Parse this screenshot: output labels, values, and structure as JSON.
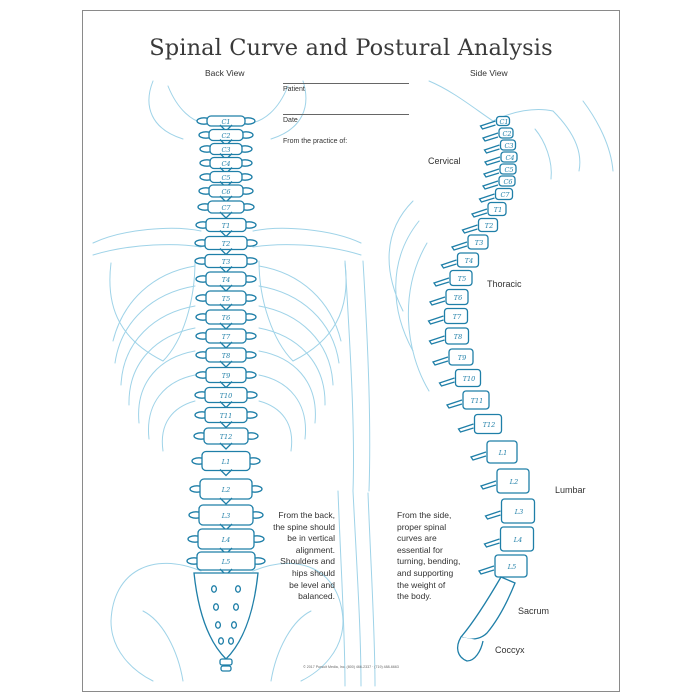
{
  "title": "Spinal Curve and Postural Analysis",
  "views": {
    "back": "Back View",
    "side": "Side View"
  },
  "form": {
    "patient": "Patient",
    "date": "Date",
    "practice": "From the practice of:"
  },
  "vertebrae": [
    "C1",
    "C2",
    "C3",
    "C4",
    "C5",
    "C6",
    "C7",
    "T1",
    "T2",
    "T3",
    "T4",
    "T5",
    "T6",
    "T7",
    "T8",
    "T9",
    "T10",
    "T11",
    "T12",
    "L1",
    "L2",
    "L3",
    "L4",
    "L5"
  ],
  "side_vertebrae": [
    "C1",
    "C2",
    "C3",
    "C4",
    "C5",
    "C6",
    "C7",
    "T1",
    "T2",
    "T3",
    "T4",
    "T5",
    "T6",
    "T7",
    "T8",
    "T9",
    "T10",
    "T11",
    "T12",
    "L1",
    "L2",
    "L3",
    "L4",
    "L5"
  ],
  "regions": {
    "cervical": "Cervical",
    "thoracic": "Thoracic",
    "lumbar": "Lumbar",
    "sacrum": "Sacrum",
    "coccyx": "Coccyx"
  },
  "notes": {
    "back": [
      "From the back,",
      "the spine should",
      "be in vertical",
      "alignment.",
      "Shoulders and",
      "hips should",
      "be level and",
      "balanced."
    ],
    "side": [
      "From the side,",
      "proper spinal",
      "curves are",
      "essential for",
      "turning, bending,",
      "and supporting",
      "the weight of",
      "the body."
    ]
  },
  "copyright": "© 2017 Pursuit Media, Inc. (800) 466-2337 · (719) 488-6663",
  "colors": {
    "bone": "#1f7fa8",
    "skeleton": "#9fd3e8",
    "text": "#333333"
  }
}
